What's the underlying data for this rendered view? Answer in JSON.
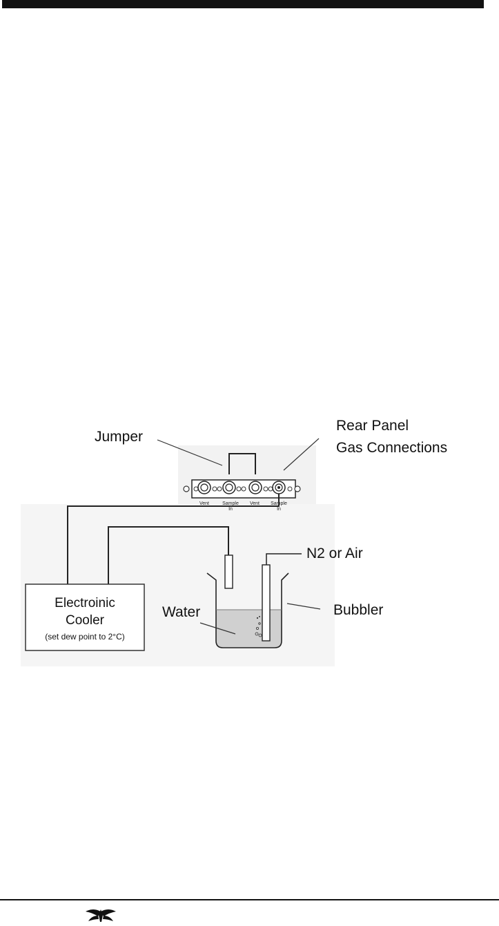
{
  "diagram": {
    "labels": {
      "jumper": "Jumper",
      "rear_panel_line1": "Rear Panel",
      "rear_panel_line2": "Gas Connections",
      "n2_or_air": "N2 or Air",
      "bubbler": "Bubbler",
      "water": "Water",
      "cooler_line1": "Electroinic",
      "cooler_line2": "Cooler",
      "cooler_note": "(set dew point to 2°C)"
    },
    "ports": [
      {
        "line1": "Vent",
        "line2": ""
      },
      {
        "line1": "Sample",
        "line2": "In"
      },
      {
        "line1": "Vent",
        "line2": ""
      },
      {
        "line1": "Sample",
        "line2": "In"
      }
    ]
  },
  "footer": {
    "logo": "teledyne-logo-icon"
  }
}
